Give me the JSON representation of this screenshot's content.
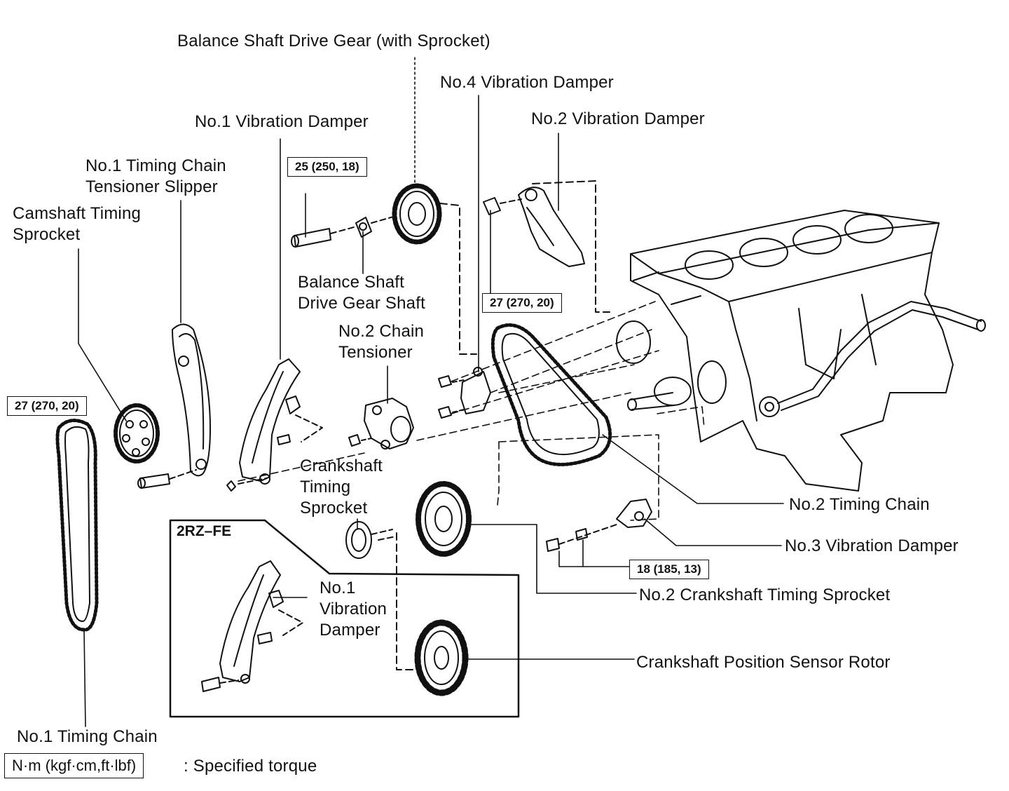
{
  "labels": {
    "balance_shaft_drive_gear": "Balance Shaft Drive Gear (with Sprocket)",
    "no4_vibration_damper": "No.4 Vibration Damper",
    "no1_vibration_damper": "No.1 Vibration Damper",
    "no2_vibration_damper": "No.2 Vibration Damper",
    "no1_tensioner_slipper": "No.1 Timing Chain\nTensioner Slipper",
    "camshaft_timing_sprocket": "Camshaft Timing\nSprocket",
    "balance_shaft_drive_gear_shaft": "Balance Shaft\nDrive Gear Shaft",
    "no2_chain_tensioner": "No.2 Chain\nTensioner",
    "crankshaft_timing_sprocket": "Crankshaft\nTiming\nSprocket",
    "no2_timing_chain": "No.2 Timing Chain",
    "no3_vibration_damper": "No.3 Vibration Damper",
    "no2_crankshaft_timing_sprocket": "No.2 Crankshaft Timing Sprocket",
    "inset_no1_vibration_damper": "No.1\nVibration\nDamper",
    "crankshaft_position_sensor_rotor": "Crankshaft Position Sensor Rotor",
    "no1_timing_chain": "No.1 Timing Chain"
  },
  "torques": {
    "balance_gear_bolt": "25 (250, 18)",
    "no2_damper_bolt": "27 (270, 20)",
    "camshaft_sprocket_bolt": "27 (270, 20)",
    "no3_damper_bolts": "18 (185, 13)"
  },
  "variant_label": "2RZ–FE",
  "legend": {
    "box": "N·m  (kgf·cm,ft·lbf)",
    "text": ": Specified torque"
  },
  "colors": {
    "ink": "#111111",
    "paper": "#ffffff"
  }
}
